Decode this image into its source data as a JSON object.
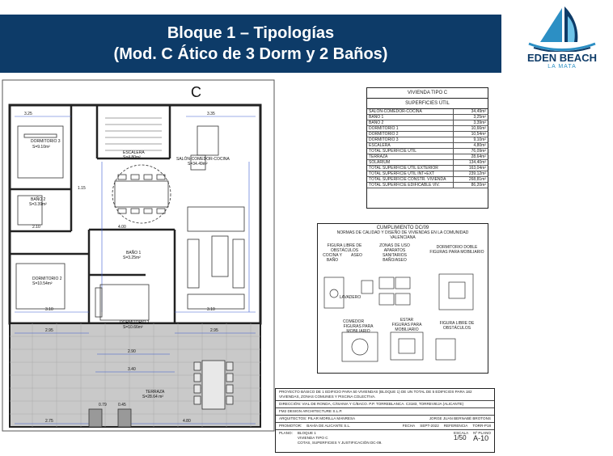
{
  "header": {
    "title_line1": "Bloque 1 – Tipologías",
    "title_line2": "(Mod. C Ático de 3 Dorm y 2 Baños)"
  },
  "logo": {
    "name": "EDEN BEACH",
    "sub": "LA MATA",
    "icon": "sailboat-icon"
  },
  "plan": {
    "letter": "C",
    "rooms": [
      {
        "name": "DORMITORIO 3",
        "area": "S=9.10m²"
      },
      {
        "name": "ESCALERA",
        "area": "S=4.80m²"
      },
      {
        "name": "SALÓN-COMEDOR-COCINA",
        "area": "S=34.49m²"
      },
      {
        "name": "BAÑO 2",
        "area": "S=3.39m²"
      },
      {
        "name": "BAÑO 1",
        "area": "S=3.25m²"
      },
      {
        "name": "DORMITORIO 2",
        "area": "S=10.54m²"
      },
      {
        "name": "DORMITORIO 1",
        "area": "S=10.66m²"
      },
      {
        "name": "TERRAZA",
        "area": "S=28.64 m²"
      }
    ],
    "dims": {
      "d325": "3.25",
      "d335": "3.35",
      "d115": "1.15",
      "d210": "2.10",
      "d400": "4.00",
      "d310a": "3.10",
      "d310b": "3.10",
      "d295a": "2.95",
      "d295b": "2.95",
      "d290": "2.90",
      "d340": "3.40",
      "d275": "2.75",
      "d480": "4.80",
      "d079": "0.79",
      "d045": "0.45"
    }
  },
  "surfaces": {
    "title": "VIVIENDA TIPO C",
    "subtitle": "SUPERFICIES ÚTIL",
    "rows": [
      {
        "label": "SALÓN-COMEDOR-COCINA",
        "value": "34,49m²"
      },
      {
        "label": "BAÑO 1",
        "value": "3,25m²"
      },
      {
        "label": "BAÑO 2",
        "value": "3,39m²"
      },
      {
        "label": "DORMITORIO 1",
        "value": "10,66m²"
      },
      {
        "label": "DORMITORIO 2",
        "value": "10,54m²"
      },
      {
        "label": "DORMITORIO 3",
        "value": "9,10m²"
      },
      {
        "label": "ESCALERA",
        "value": "4,80m²"
      },
      {
        "label": "TOTAL SUPERFICIE ÚTIL",
        "value": "76,09m²"
      },
      {
        "label": "TERRAZA",
        "value": "28,64m²"
      },
      {
        "label": "SOLÁRIUM",
        "value": "134,40m²"
      },
      {
        "label": "TOTAL SUPERFICIE ÚTIL EXTERIOR",
        "value": "163,04m²"
      },
      {
        "label": "TOTAL SUPERFICIE ÚTIL INT+EXT",
        "value": "239,12m²"
      },
      {
        "label": "TOTAL SUPERFICIE CONSTR. VIVIENDA",
        "value": "268,81m²"
      },
      {
        "label": "TOTAL SUPERFICIE EDIFICABLE VIV.",
        "value": "86,20m²"
      }
    ]
  },
  "norms": {
    "title": "CUMPLIMIENTO DC/09",
    "subtitle": "NORMAS DE CALIDAD Y DISEÑO DE VIVIENDAS EN LA COMUNIDAD VALENCIANA",
    "l_figura": "FIGURA LIBRE DE OBSTÁCULOS",
    "l_cocina": "COCINA Y BAÑO",
    "l_aseo": "ASEO",
    "l_zonas": "ZONAS DE USO APARATOS SANITARIOS",
    "l_banoaseo": "BAÑO/ASEO",
    "l_dormdoble": "DORMITORIO DOBLE",
    "l_figmob": "FIGURAS PARA MOBILIARIO",
    "l_lavadero": "LAVADERO",
    "l_comedor": "COMEDOR",
    "l_figmob2": "FIGURAS PARA MOBILIARIO",
    "l_estar": "ESTAR",
    "l_figmob3": "FIGURAS PARA MOBILIARIO",
    "l_figura2": "FIGURA LIBRE DE OBSTÁCULOS"
  },
  "cartouche": {
    "project": "PROYECTO BÁSICO DE 1 EDIFICIO PARA 50 VIVIENDAS (BLOQUE 1) DE UN TOTAL DE 5 EDIFICIOS PARA 182 VIVIENDAS, ZONAS COMUNES Y PISCINA COLECTIVA.",
    "address": "DIRECCIÓN: VIAL DE RONDA, C/ISANIA Y C/BACO. P.P. TORREBLANCA. C3183, TORREVIEJA (ALICANTE)",
    "firm": "FM2 DESIGN ARCHITECTURE S.L.P.",
    "architects": "ARQUITECTOS: PILAR MORILLA MANRESA",
    "architect2": "JORGE JUAN BERNABÉ BROTONS",
    "promoter_label": "PROMOTOR:",
    "promoter": "BAHÍA DE ALICANTE S.L.",
    "plano_label": "PLANO:",
    "plano_1": "BLOQUE 1",
    "plano_2": "VIVIENDA TIPO C",
    "plano_3": "COTAS, SUPERFICIES Y JUSTIFICACIÓN DC-09.",
    "fecha_label": "FECHA",
    "fecha": "SEPT-2022",
    "ref_label": "REFERENCIA",
    "ref": "TORR-P18",
    "escala_label": "ESCALA",
    "escala": "1/50",
    "plano_no_label": "Nº PLANO",
    "plano_no": "A-10"
  }
}
